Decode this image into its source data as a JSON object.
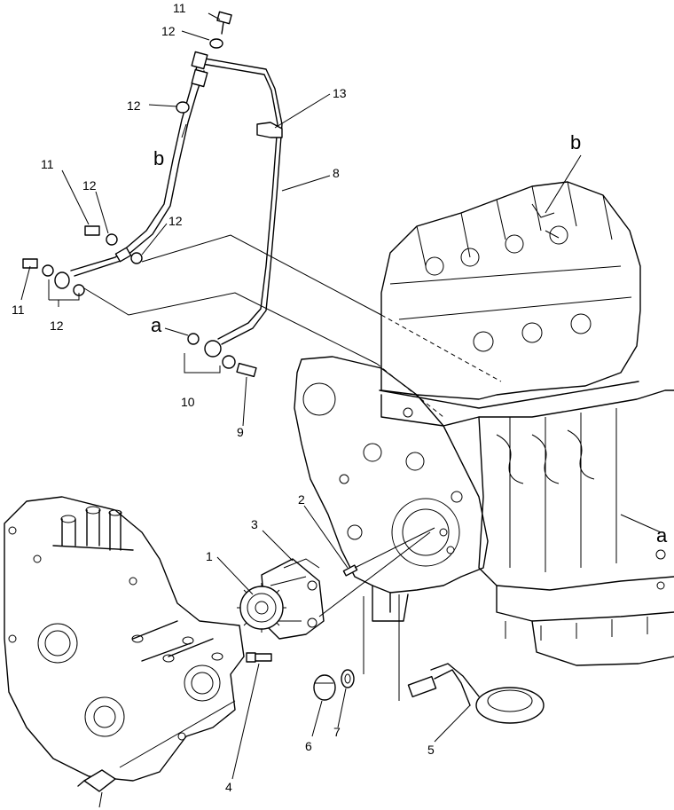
{
  "diagram": {
    "callouts": {
      "n1": "1",
      "n2": "2",
      "n3": "3",
      "n4": "4",
      "n5": "5",
      "n6": "6",
      "n7": "7",
      "n8": "8",
      "n9": "9",
      "n10": "10",
      "n11a": "11",
      "n11b": "11",
      "n11c": "11",
      "n12a": "12",
      "n12b": "12",
      "n12c": "12",
      "n12d": "12",
      "n12e": "12",
      "n13": "13"
    },
    "letters": {
      "a_left": "a",
      "a_right": "a",
      "b_left": "b",
      "b_right": "b"
    }
  }
}
